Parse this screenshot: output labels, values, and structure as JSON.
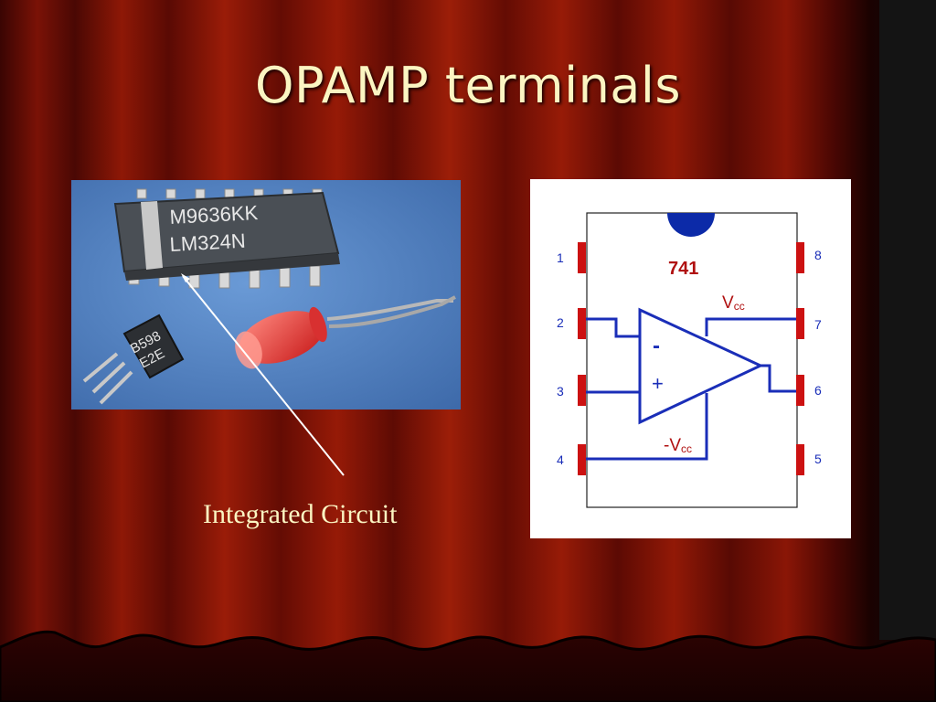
{
  "slide": {
    "title": "OPAMP terminals",
    "caption": "Integrated Circuit"
  },
  "photo": {
    "ic_chip_line1": "M9636KK",
    "ic_chip_line2": "LM324N",
    "transistor_line1": "B598",
    "transistor_line2": "E2E"
  },
  "pinout": {
    "chip_label": "741",
    "pins_left": [
      "1",
      "2",
      "3",
      "4"
    ],
    "pins_right": [
      "8",
      "7",
      "6",
      "5"
    ],
    "minus_sign": "-",
    "plus_sign": "+",
    "vcc_pos": "V",
    "vcc_pos_sub": "cc",
    "vcc_neg": "-V",
    "vcc_neg_sub": "cc"
  },
  "colors": {
    "curtain_red": "#8a1406",
    "curtain_dark": "#2a0302",
    "title_text": "#fbf5c2",
    "diagram_blue": "#1a2eb8",
    "pin_red": "#cc1111",
    "chip_label_red": "#b01010",
    "photo_bg": "#4c7cc0"
  }
}
